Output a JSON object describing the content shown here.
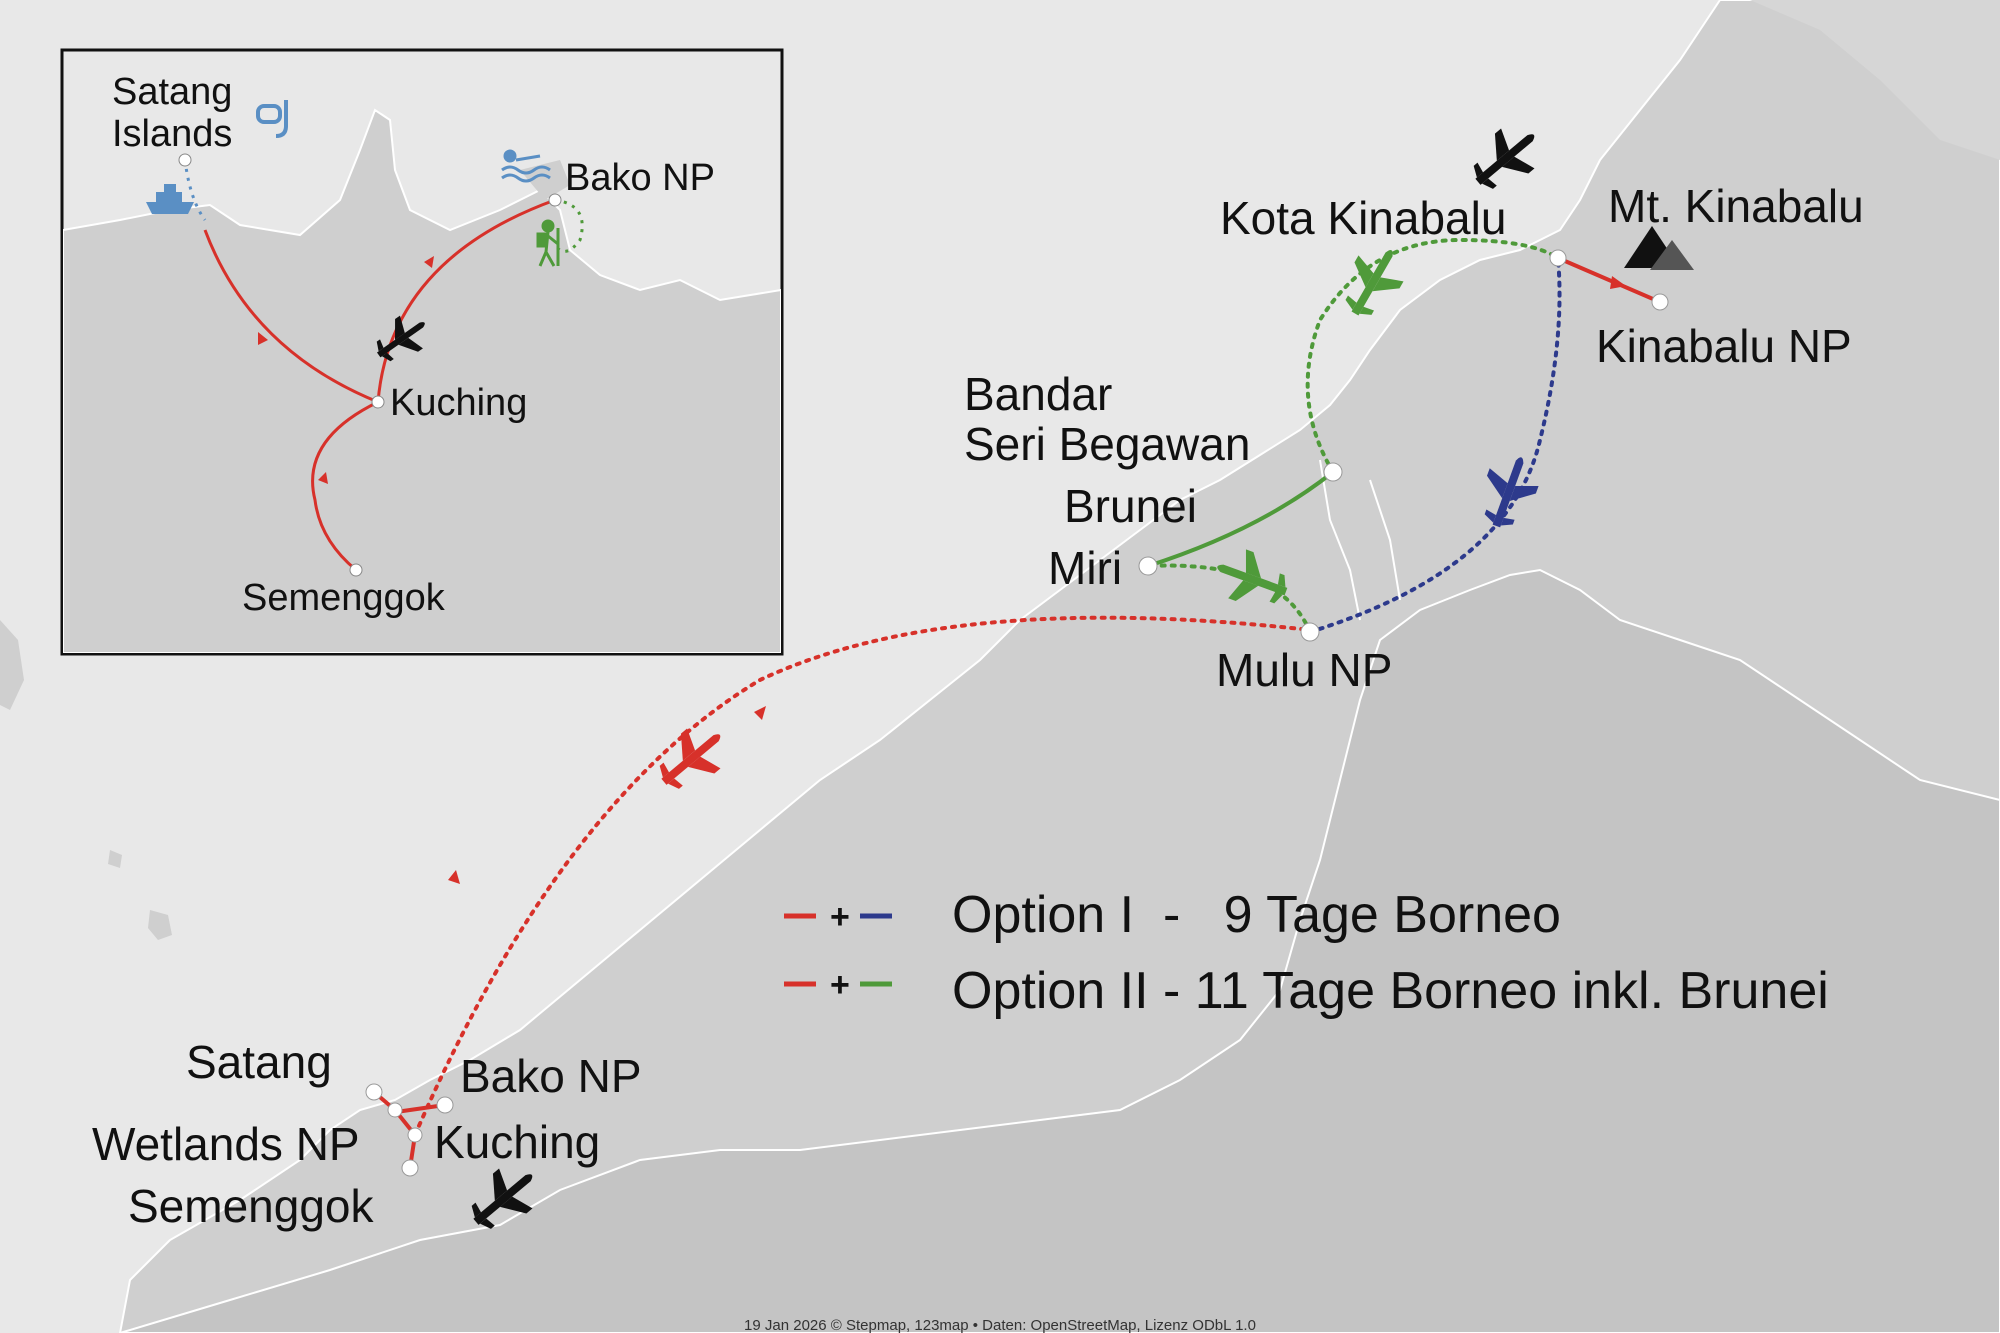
{
  "map": {
    "credit": "19 Jan 2026 © Stepmap, 123map • Daten: OpenStreetMap, Lizenz ODbL 1.0",
    "colors": {
      "sea": "#e8e8e8",
      "land": "#cfcfcf",
      "land_dark": "#c4c4c4",
      "route_red": "#d7312a",
      "route_blue": "#2d3a8c",
      "route_green": "#4f9a3a",
      "icon_blue": "#5a8fc4",
      "icon_black": "#111111"
    },
    "labels": {
      "satang": "Satang",
      "wetlands": "Wetlands NP",
      "semenggok": "Semenggok",
      "bako": "Bako NP",
      "kuching": "Kuching",
      "bandar_1": "Bandar",
      "bandar_2": "Seri Begawan",
      "brunei": "Brunei",
      "miri": "Miri",
      "mulu": "Mulu NP",
      "kota_kinabalu": "Kota Kinabalu",
      "mt_kinabalu": "Mt. Kinabalu",
      "kinabalu_np": "Kinabalu NP"
    },
    "legend": {
      "option_1": "Option I  -   9 Tage Borneo",
      "option_2": "Option II - 11 Tage Borneo inkl. Brunei",
      "plus": "+"
    },
    "inset": {
      "satang_1": "Satang",
      "satang_2": "Islands",
      "bako": "Bako NP",
      "kuching": "Kuching",
      "semenggok": "Semenggok"
    },
    "icons": [
      "airplane-icon",
      "mountain-icon",
      "ship-icon",
      "snorkel-icon",
      "swimmer-icon",
      "hiker-icon"
    ]
  }
}
